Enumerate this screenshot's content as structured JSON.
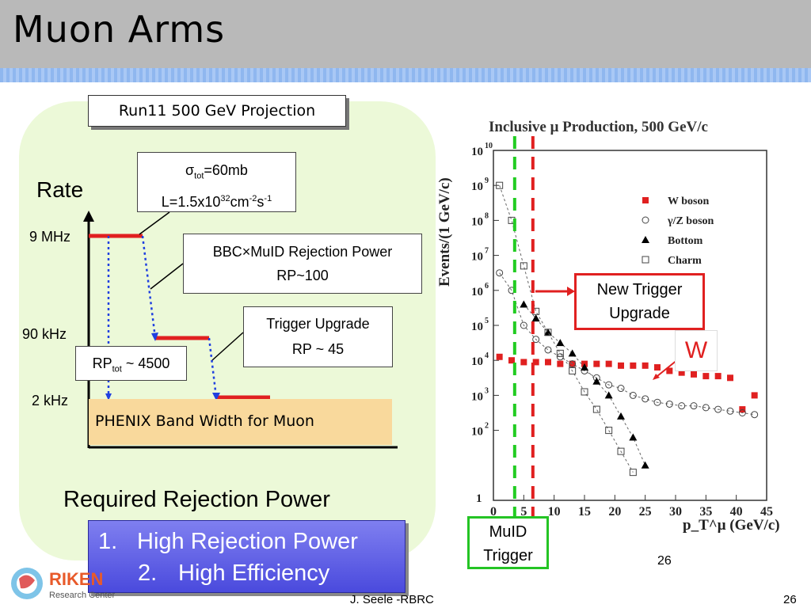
{
  "slide": {
    "title": "Muon Arms",
    "footer_author": "J. Seele -RBRC",
    "page_number": "26",
    "inner_page_number": "26"
  },
  "left_diagram": {
    "projection_box": "Run11 500 GeV Projection",
    "sigma_line": "σ",
    "sigma_sub": "tot",
    "sigma_value": "=60mb",
    "lum_prefix": "L=1.5x10",
    "lum_exp": "32",
    "lum_cm": "cm",
    "lum_cm_exp": "-2",
    "lum_s": "s",
    "lum_s_exp": "-1",
    "rate_label": "Rate",
    "rate_levels": [
      "9 MHz",
      "90 kHz",
      "2 kHz"
    ],
    "bbc_line1": "BBC×MuID Rejection Power",
    "bbc_line2": "RP~100",
    "trigger_line1": "Trigger Upgrade",
    "trigger_line2": "RP ~ 45",
    "rp_prefix": "RP",
    "rp_sub": "tot",
    "rp_value": " ~ 4500",
    "phenix_box": "PHENIX Band Width for Muon",
    "required_label": "Required Rejection Power",
    "list_items": [
      {
        "num": "1.",
        "text": "High Rejection Power"
      },
      {
        "num": "2.",
        "text": "High Efficiency"
      }
    ],
    "logo_text": "RIKEN",
    "logo_subtext": "Research Center",
    "colors": {
      "panel": "#ecf9d8",
      "red_level": "#e02020",
      "blue_dots": "#2040e0",
      "phenix_fill": "#f9d99c",
      "list_fill": "#5b5be6"
    }
  },
  "callouts": {
    "new_trigger_line1": "New Trigger",
    "new_trigger_line2": "Upgrade",
    "w_label": "W",
    "muid_line1": "MuID",
    "muid_line2": "Trigger"
  },
  "chart_data": {
    "type": "scatter",
    "title": "Inclusive μ Production, 500 GeV/c",
    "xlabel": "p_T^μ (GeV/c)",
    "ylabel": "Events/(1 GeV/c)",
    "y_scale": "log",
    "xlim": [
      0,
      45
    ],
    "ylim_exponent": [
      0,
      10
    ],
    "x_ticks": [
      "0",
      "5",
      "10",
      "15",
      "20",
      "25",
      "30",
      "35",
      "40",
      "45"
    ],
    "y_tick_exponents": [
      10,
      9,
      8,
      7,
      6,
      5,
      4,
      3,
      2
    ],
    "legend_position": "top-right",
    "vertical_markers": [
      {
        "name": "MuID Trigger",
        "x": 3.5,
        "color": "#22cc22"
      },
      {
        "name": "New Trigger Upgrade",
        "x": 6.5,
        "color": "#e02020"
      }
    ],
    "series": [
      {
        "name": "W boson",
        "marker": "filled-square",
        "color": "#e02020",
        "points": [
          [
            1,
            4.1
          ],
          [
            3,
            4.0
          ],
          [
            5,
            3.95
          ],
          [
            7,
            3.95
          ],
          [
            9,
            3.95
          ],
          [
            11,
            3.9
          ],
          [
            13,
            3.9
          ],
          [
            15,
            3.9
          ],
          [
            17,
            3.9
          ],
          [
            19,
            3.9
          ],
          [
            21,
            3.85
          ],
          [
            23,
            3.85
          ],
          [
            25,
            3.85
          ],
          [
            27,
            3.8
          ],
          [
            29,
            3.7
          ],
          [
            31,
            3.65
          ],
          [
            33,
            3.6
          ],
          [
            35,
            3.55
          ],
          [
            37,
            3.55
          ],
          [
            39,
            3.5
          ],
          [
            41,
            2.6
          ],
          [
            43,
            3.0
          ]
        ]
      },
      {
        "name": "γ/Z boson",
        "marker": "open-circle",
        "color": "#444444",
        "points": [
          [
            1,
            6.5
          ],
          [
            3,
            6.0
          ],
          [
            5,
            5.0
          ],
          [
            7,
            4.6
          ],
          [
            9,
            4.3
          ],
          [
            11,
            4.1
          ],
          [
            13,
            3.9
          ],
          [
            15,
            3.7
          ],
          [
            17,
            3.5
          ],
          [
            19,
            3.3
          ],
          [
            21,
            3.2
          ],
          [
            23,
            3.0
          ],
          [
            25,
            2.9
          ],
          [
            27,
            2.8
          ],
          [
            29,
            2.75
          ],
          [
            31,
            2.7
          ],
          [
            33,
            2.7
          ],
          [
            35,
            2.65
          ],
          [
            37,
            2.6
          ],
          [
            39,
            2.55
          ],
          [
            41,
            2.5
          ],
          [
            43,
            2.45
          ]
        ]
      },
      {
        "name": "Bottom",
        "marker": "filled-triangle",
        "color": "#000000",
        "points": [
          [
            5,
            5.6
          ],
          [
            7,
            5.2
          ],
          [
            9,
            4.8
          ],
          [
            11,
            4.5
          ],
          [
            13,
            4.2
          ],
          [
            15,
            3.8
          ],
          [
            17,
            3.4
          ],
          [
            19,
            3.0
          ],
          [
            21,
            2.4
          ],
          [
            23,
            1.8
          ],
          [
            25,
            1.0
          ]
        ]
      },
      {
        "name": "Charm",
        "marker": "open-square",
        "color": "#444444",
        "points": [
          [
            1,
            9.0
          ],
          [
            3,
            8.0
          ],
          [
            5,
            6.7
          ],
          [
            7,
            5.4
          ],
          [
            9,
            4.8
          ],
          [
            11,
            4.2
          ],
          [
            13,
            3.7
          ],
          [
            15,
            3.1
          ],
          [
            17,
            2.6
          ],
          [
            19,
            2.0
          ],
          [
            21,
            1.4
          ],
          [
            23,
            0.8
          ]
        ]
      }
    ]
  }
}
